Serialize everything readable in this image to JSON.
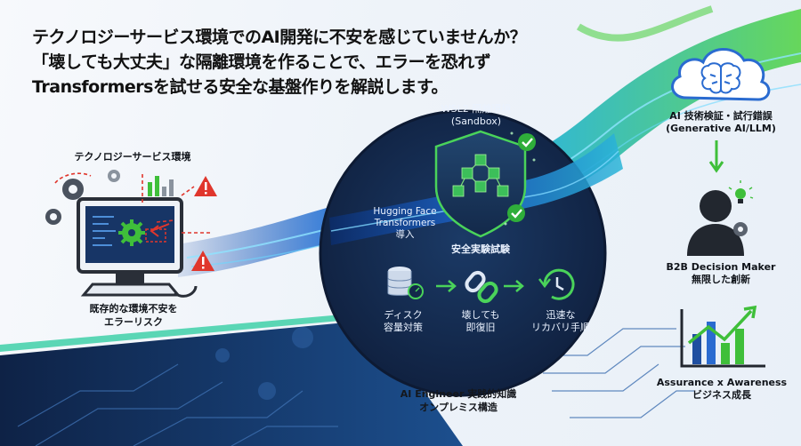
{
  "headline": {
    "line1": "テクノロジーサービス環境でのAI開発に不安を感じていませんか？",
    "line2": "「壊しても大丈夫」な隔離環境を作ることで、エラーを恐れず",
    "line3": "Transformersを試せる安全な基盤作りを解説します。"
  },
  "left": {
    "title": "テクノロジーサービス環境",
    "caption_line1": "既存的な環境不安を",
    "caption_line2": "エラーリスク"
  },
  "center": {
    "sandbox_line1": "WSL2 隔離環境",
    "sandbox_line2": "(Sandbox)",
    "hf_line1": "Hugging Face",
    "hf_line2": "Transformers",
    "hf_line3": "導入",
    "safe_label": "安全実験試験",
    "step1_line1": "ディスク",
    "step1_line2": "容量対策",
    "step2_line1": "壊しても",
    "step2_line2": "即復旧",
    "step3_line1": "迅速な",
    "step3_line2": "リカバリ手順",
    "bottom_line1": "AI Engineer 実践的知識",
    "bottom_line2": "オンプレミス構造"
  },
  "right": {
    "cloud_line1": "AI 技術検証・試行錯誤",
    "cloud_line2": "(Generative AI/LLM)",
    "person_line1": "B2B Decision Maker",
    "person_line2": "無限した創新",
    "growth_line1": "Assurance x Awareness",
    "growth_line2": "ビジネス成長"
  },
  "colors": {
    "navy": "#14284a",
    "green": "#3fbf3a",
    "blue": "#2d79d8",
    "red": "#e0362c"
  }
}
